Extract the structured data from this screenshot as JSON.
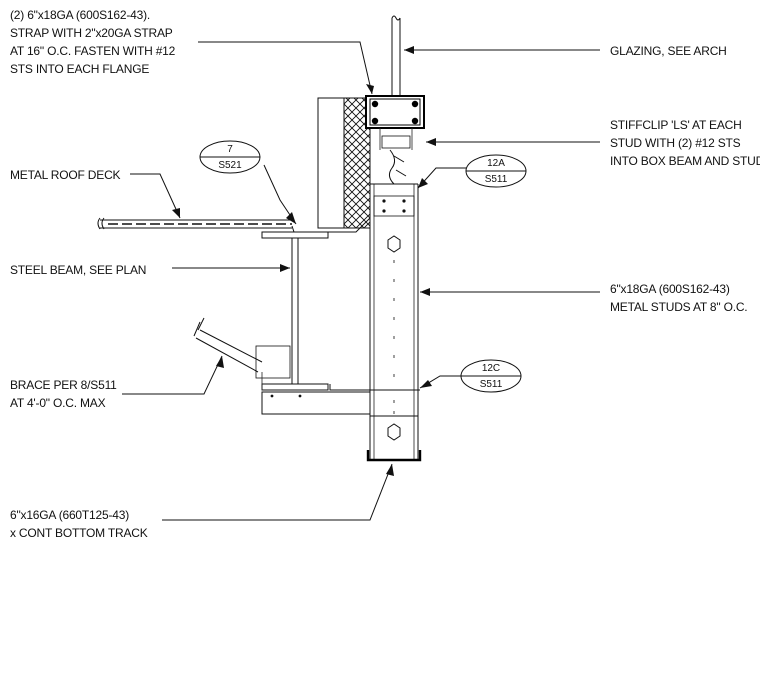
{
  "notes": {
    "strap": {
      "lines": [
        "(2) 6\"x18GA (600S162-43).",
        "STRAP WITH 2\"x20GA STRAP",
        "AT 16\" O.C. FASTEN WITH #12",
        "STS INTO EACH FLANGE"
      ]
    },
    "glazing": {
      "lines": [
        "GLAZING, SEE ARCH"
      ]
    },
    "stiffclip": {
      "lines": [
        "STIFFCLIP 'LS' AT EACH",
        "STUD WITH (2) #12 STS",
        "INTO BOX BEAM AND STUD"
      ]
    },
    "roof_deck": {
      "lines": [
        "METAL ROOF DECK"
      ]
    },
    "steel_beam": {
      "lines": [
        "STEEL BEAM, SEE PLAN"
      ]
    },
    "studs": {
      "lines": [
        "6\"x18GA (600S162-43)",
        "METAL STUDS AT 8\" O.C."
      ]
    },
    "brace": {
      "lines": [
        "BRACE PER 8/S511",
        "AT 4'-0\" O.C. MAX"
      ]
    },
    "bottom_track": {
      "lines": [
        "6\"x16GA (660T125-43)",
        "x CONT BOTTOM TRACK"
      ]
    }
  },
  "tags": {
    "tag_7": {
      "top": "7",
      "bottom": "S521"
    },
    "tag_12a": {
      "top": "12A",
      "bottom": "S511"
    },
    "tag_12c": {
      "top": "12C",
      "bottom": "S511"
    }
  },
  "colors": {
    "ink": "#111111",
    "background": "#ffffff"
  }
}
